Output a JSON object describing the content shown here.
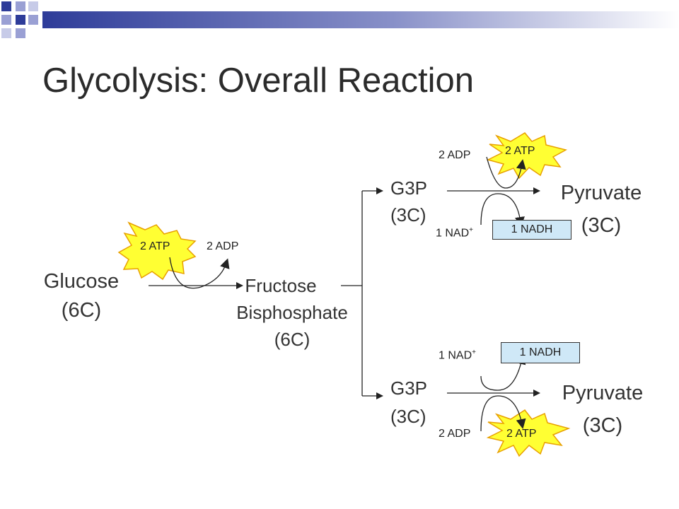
{
  "slide": {
    "title": "Glycolysis: Overall Reaction"
  },
  "diagram": {
    "glucose": {
      "name": "Glucose",
      "carbons": "(6C)"
    },
    "fructose": {
      "name": "Fructose",
      "name2": "Bisphosphate",
      "carbons": "(6C)"
    },
    "step1": {
      "input": "2 ATP",
      "output": "2 ADP"
    },
    "upper": {
      "g3p": {
        "name": "G3P",
        "carbons": "(3C)"
      },
      "pyruvate": {
        "name": "Pyruvate",
        "carbons": "(3C)"
      },
      "adp": "2 ADP",
      "atp": "2 ATP",
      "nad": "1 NAD",
      "nadh": "1 NADH"
    },
    "lower": {
      "g3p": {
        "name": "G3P",
        "carbons": "(3C)"
      },
      "pyruvate": {
        "name": "Pyruvate",
        "carbons": "(3C)"
      },
      "adp": "2 ADP",
      "atp": "2 ATP",
      "nad": "1 NAD",
      "nadh": "1 NADH"
    },
    "superscript_plus": "+"
  },
  "colors": {
    "starburst_fill": "#ffff33",
    "starburst_stroke": "#e8a000",
    "nadh_box": "#cfe8f7",
    "bar_start": "#2e3c99",
    "bar_end": "#ffffff"
  }
}
